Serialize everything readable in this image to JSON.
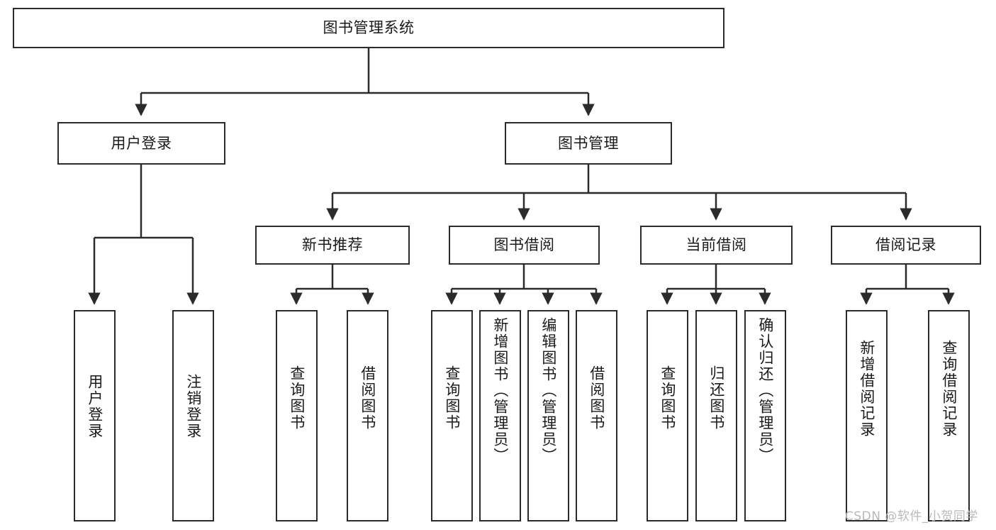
{
  "diagram": {
    "title": "图书管理系统",
    "watermark": "CSDN @软件_小贺同学",
    "stroke_color": "#2b2b2b",
    "background_color": "#ffffff",
    "text_color": "#1a1a1a",
    "watermark_color": "#b9b9b9"
  },
  "nodes": {
    "root": {
      "label": "图书管理系统"
    },
    "level1": [
      {
        "label": "用户登录"
      },
      {
        "label": "图书管理"
      }
    ],
    "level2": [
      {
        "label": "新书推荐"
      },
      {
        "label": "图书借阅"
      },
      {
        "label": "当前借阅"
      },
      {
        "label": "借阅记录"
      }
    ],
    "leaves": {
      "user_login": [
        {
          "label": "用户登录"
        },
        {
          "label": "注销登录"
        }
      ],
      "new_book_recommend": [
        {
          "label": "查询图书"
        },
        {
          "label": "借阅图书"
        }
      ],
      "book_borrow": [
        {
          "label": "查询图书"
        },
        {
          "label": "新增图书（管理员）"
        },
        {
          "label": "编辑图书（管理员）"
        },
        {
          "label": "借阅图书"
        }
      ],
      "current_borrow": [
        {
          "label": "查询图书"
        },
        {
          "label": "归还图书"
        },
        {
          "label": "确认归还（管理员）"
        }
      ],
      "borrow_record": [
        {
          "label": "新增借阅记录"
        },
        {
          "label": "查询借阅记录"
        }
      ]
    }
  }
}
